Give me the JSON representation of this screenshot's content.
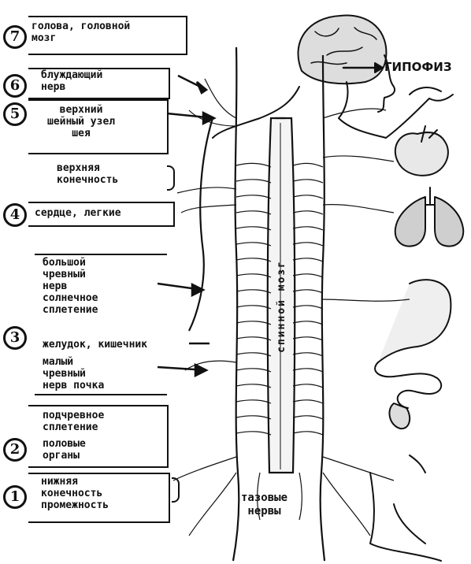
{
  "colors": {
    "ink": "#111111",
    "paper": "#ffffff"
  },
  "labels": {
    "head": "голова, головной мозг",
    "vagus": "блуждающий нерв",
    "cervical": "верхний шейный узел шея",
    "upper_limb": "верхняя конечность",
    "heart": "сердце, легкие",
    "greater_splanchnic": "большой чревный нерв солнечное сплетение",
    "stomach": "желудок, кишечник",
    "lesser_splanchnic": "малый чревный нерв почка",
    "hypogastric": "подчревное сплетение",
    "genitals": "половые органы",
    "lower_limb": "нижняя конечность промежность",
    "pituitary": "ГИПОФИЗ",
    "spinal_cord": "спинной мозг",
    "pelvic_nerves": "тазовые нервы"
  },
  "label_lines": {
    "head": [
      "голова, головной",
      "мозг"
    ],
    "vagus": [
      "блуждающий",
      "нерв"
    ],
    "cervical": [
      "верхний",
      "шейный узел",
      "шея"
    ],
    "upper_limb": [
      "верхняя",
      "конечность"
    ],
    "heart": [
      "сердце, легкие"
    ],
    "greater_splanchnic": [
      "большой",
      "чревный",
      "нерв",
      "солнечное",
      "сплетение"
    ],
    "stomach": [
      "желудок, кишечник"
    ],
    "lesser_splanchnic": [
      "малый",
      "чревный",
      "нерв  почка"
    ],
    "hypogastric": [
      "подчревное",
      "сплетение"
    ],
    "genitals": [
      "половые",
      "органы"
    ],
    "lower_limb": [
      "нижняя",
      "конечность",
      "промежность"
    ],
    "pelvic_nerves": [
      "тазовые",
      "нервы"
    ]
  },
  "numbers": [
    "1",
    "2",
    "3",
    "4",
    "5",
    "6",
    "7"
  ],
  "icons": [
    "anatomy-figure-illustration",
    "arrow-icon",
    "heart-illustration",
    "lungs-illustration",
    "stomach-illustration",
    "hand-illustration",
    "brain-illustration"
  ]
}
